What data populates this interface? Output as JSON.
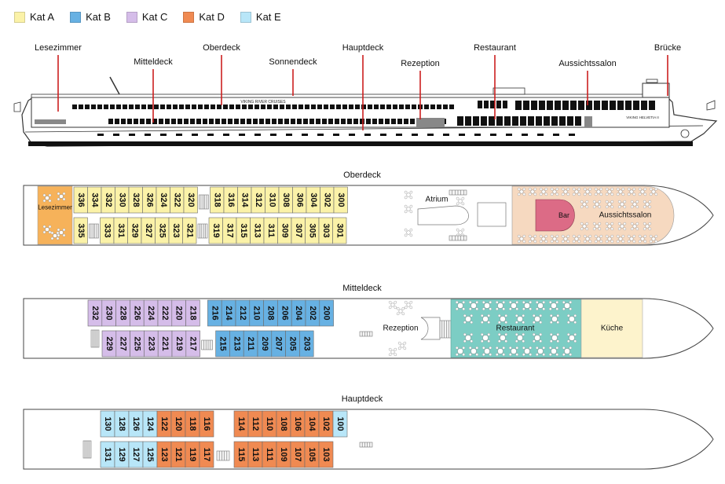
{
  "legend": [
    {
      "label": "Kat A",
      "color": "#fbf2a8"
    },
    {
      "label": "Kat B",
      "color": "#67b1e3"
    },
    {
      "label": "Kat C",
      "color": "#d5bde9"
    },
    {
      "label": "Kat D",
      "color": "#f08a52"
    },
    {
      "label": "Kat E",
      "color": "#b8e6f8"
    }
  ],
  "side_view": {
    "labels": [
      "Lesezimmer",
      "Mitteldeck",
      "Oberdeck",
      "Sonnendeck",
      "Hauptdeck",
      "Rezeption",
      "Restaurant",
      "Aussichtssalon",
      "Brücke"
    ],
    "ship_name_mid": "VIKING RIVER CRUISES",
    "ship_name_bow": "VIKING HELVETIA II"
  },
  "decks": [
    {
      "title": "Oberdeck",
      "top_row": [
        {
          "n": "336",
          "cat": "A"
        },
        {
          "n": "334",
          "cat": "A"
        },
        {
          "n": "332",
          "cat": "A"
        },
        {
          "n": "330",
          "cat": "A"
        },
        {
          "n": "328",
          "cat": "A"
        },
        {
          "n": "326",
          "cat": "A"
        },
        {
          "n": "324",
          "cat": "A"
        },
        {
          "n": "322",
          "cat": "A"
        },
        {
          "n": "320",
          "cat": "A"
        },
        {
          "n": "318",
          "cat": "A"
        },
        {
          "n": "316",
          "cat": "A"
        },
        {
          "n": "314",
          "cat": "A"
        },
        {
          "n": "312",
          "cat": "A"
        },
        {
          "n": "310",
          "cat": "A"
        },
        {
          "n": "308",
          "cat": "A"
        },
        {
          "n": "306",
          "cat": "A"
        },
        {
          "n": "304",
          "cat": "A"
        },
        {
          "n": "302",
          "cat": "A"
        },
        {
          "n": "300",
          "cat": "A"
        }
      ],
      "bottom_row": [
        {
          "n": "335",
          "cat": "A"
        },
        {
          "n": "333",
          "cat": "A"
        },
        {
          "n": "331",
          "cat": "A"
        },
        {
          "n": "329",
          "cat": "A"
        },
        {
          "n": "327",
          "cat": "A"
        },
        {
          "n": "325",
          "cat": "A"
        },
        {
          "n": "323",
          "cat": "A"
        },
        {
          "n": "321",
          "cat": "A"
        },
        {
          "n": "319",
          "cat": "A"
        },
        {
          "n": "317",
          "cat": "A"
        },
        {
          "n": "315",
          "cat": "A"
        },
        {
          "n": "313",
          "cat": "A"
        },
        {
          "n": "311",
          "cat": "A"
        },
        {
          "n": "309",
          "cat": "A"
        },
        {
          "n": "307",
          "cat": "A"
        },
        {
          "n": "305",
          "cat": "A"
        },
        {
          "n": "303",
          "cat": "A"
        },
        {
          "n": "301",
          "cat": "A"
        }
      ],
      "areas": [
        "Lesezimmer",
        "Atrium",
        "Bar",
        "Aussichtssalon"
      ]
    },
    {
      "title": "Mitteldeck",
      "top_row": [
        {
          "n": "232",
          "cat": "C"
        },
        {
          "n": "230",
          "cat": "C"
        },
        {
          "n": "228",
          "cat": "C"
        },
        {
          "n": "226",
          "cat": "C"
        },
        {
          "n": "224",
          "cat": "C"
        },
        {
          "n": "222",
          "cat": "C"
        },
        {
          "n": "220",
          "cat": "C"
        },
        {
          "n": "218",
          "cat": "C"
        },
        {
          "n": "216",
          "cat": "B"
        },
        {
          "n": "214",
          "cat": "B"
        },
        {
          "n": "212",
          "cat": "B"
        },
        {
          "n": "210",
          "cat": "B"
        },
        {
          "n": "208",
          "cat": "B"
        },
        {
          "n": "206",
          "cat": "B"
        },
        {
          "n": "204",
          "cat": "B"
        },
        {
          "n": "202",
          "cat": "B"
        },
        {
          "n": "200",
          "cat": "B"
        }
      ],
      "bottom_row": [
        {
          "n": "229",
          "cat": "C"
        },
        {
          "n": "227",
          "cat": "C"
        },
        {
          "n": "225",
          "cat": "C"
        },
        {
          "n": "223",
          "cat": "C"
        },
        {
          "n": "221",
          "cat": "C"
        },
        {
          "n": "219",
          "cat": "C"
        },
        {
          "n": "217",
          "cat": "C"
        },
        {
          "n": "215",
          "cat": "B"
        },
        {
          "n": "213",
          "cat": "B"
        },
        {
          "n": "211",
          "cat": "B"
        },
        {
          "n": "209",
          "cat": "B"
        },
        {
          "n": "207",
          "cat": "B"
        },
        {
          "n": "205",
          "cat": "B"
        },
        {
          "n": "203",
          "cat": "B"
        }
      ],
      "areas": [
        "Rezeption",
        "Restaurant",
        "Küche"
      ]
    },
    {
      "title": "Hauptdeck",
      "top_row": [
        {
          "n": "130",
          "cat": "E"
        },
        {
          "n": "128",
          "cat": "E"
        },
        {
          "n": "126",
          "cat": "E"
        },
        {
          "n": "124",
          "cat": "E"
        },
        {
          "n": "122",
          "cat": "D"
        },
        {
          "n": "120",
          "cat": "D"
        },
        {
          "n": "118",
          "cat": "D"
        },
        {
          "n": "116",
          "cat": "D"
        },
        {
          "n": "114",
          "cat": "D"
        },
        {
          "n": "112",
          "cat": "D"
        },
        {
          "n": "110",
          "cat": "D"
        },
        {
          "n": "108",
          "cat": "D"
        },
        {
          "n": "106",
          "cat": "D"
        },
        {
          "n": "104",
          "cat": "D"
        },
        {
          "n": "102",
          "cat": "D"
        },
        {
          "n": "100",
          "cat": "E"
        }
      ],
      "bottom_row": [
        {
          "n": "131",
          "cat": "E"
        },
        {
          "n": "129",
          "cat": "E"
        },
        {
          "n": "127",
          "cat": "E"
        },
        {
          "n": "125",
          "cat": "E"
        },
        {
          "n": "123",
          "cat": "D"
        },
        {
          "n": "121",
          "cat": "D"
        },
        {
          "n": "119",
          "cat": "D"
        },
        {
          "n": "117",
          "cat": "D"
        },
        {
          "n": "115",
          "cat": "D"
        },
        {
          "n": "113",
          "cat": "D"
        },
        {
          "n": "111",
          "cat": "D"
        },
        {
          "n": "109",
          "cat": "D"
        },
        {
          "n": "107",
          "cat": "D"
        },
        {
          "n": "105",
          "cat": "D"
        },
        {
          "n": "103",
          "cat": "D"
        }
      ],
      "areas": []
    }
  ],
  "colors": {
    "A": "#fbf2a8",
    "B": "#67b1e3",
    "C": "#d5bde9",
    "D": "#f08a52",
    "E": "#b8e6f8",
    "reading_room": "#f6b25a",
    "lounge": "#f6d9c0",
    "bar": "#dc6b86",
    "restaurant": "#7ccdc4",
    "kitchen": "#fdf3cc",
    "hull_line": "#555555",
    "callout": "#cc1f1f"
  }
}
